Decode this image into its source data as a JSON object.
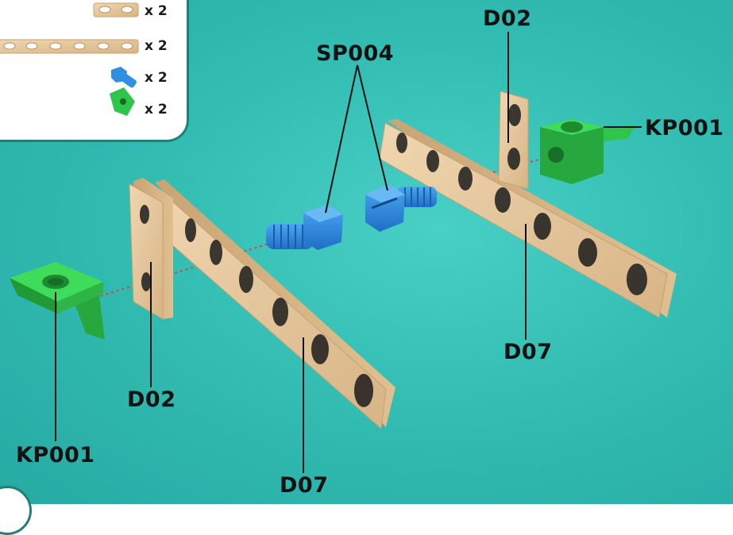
{
  "parts_list": {
    "items": [
      {
        "icon": "short-wooden-strip-icon",
        "quantity": "x 2"
      },
      {
        "icon": "long-wooden-strip-icon",
        "quantity": "x 2"
      },
      {
        "icon": "blue-screw-icon",
        "quantity": "x 2"
      },
      {
        "icon": "green-bracket-icon",
        "quantity": "x 2"
      }
    ]
  },
  "labels": {
    "sp004": "SP004",
    "d02_top": "D02",
    "kp001_right": "KP001",
    "d07_right": "D07",
    "d02_left": "D02",
    "kp001_left": "KP001",
    "d07_bottom": "D07"
  },
  "colors": {
    "background": "#33bdb3",
    "wood": "#e8c9a0",
    "screw": "#2f8fe0",
    "bracket": "#2fc44a"
  }
}
